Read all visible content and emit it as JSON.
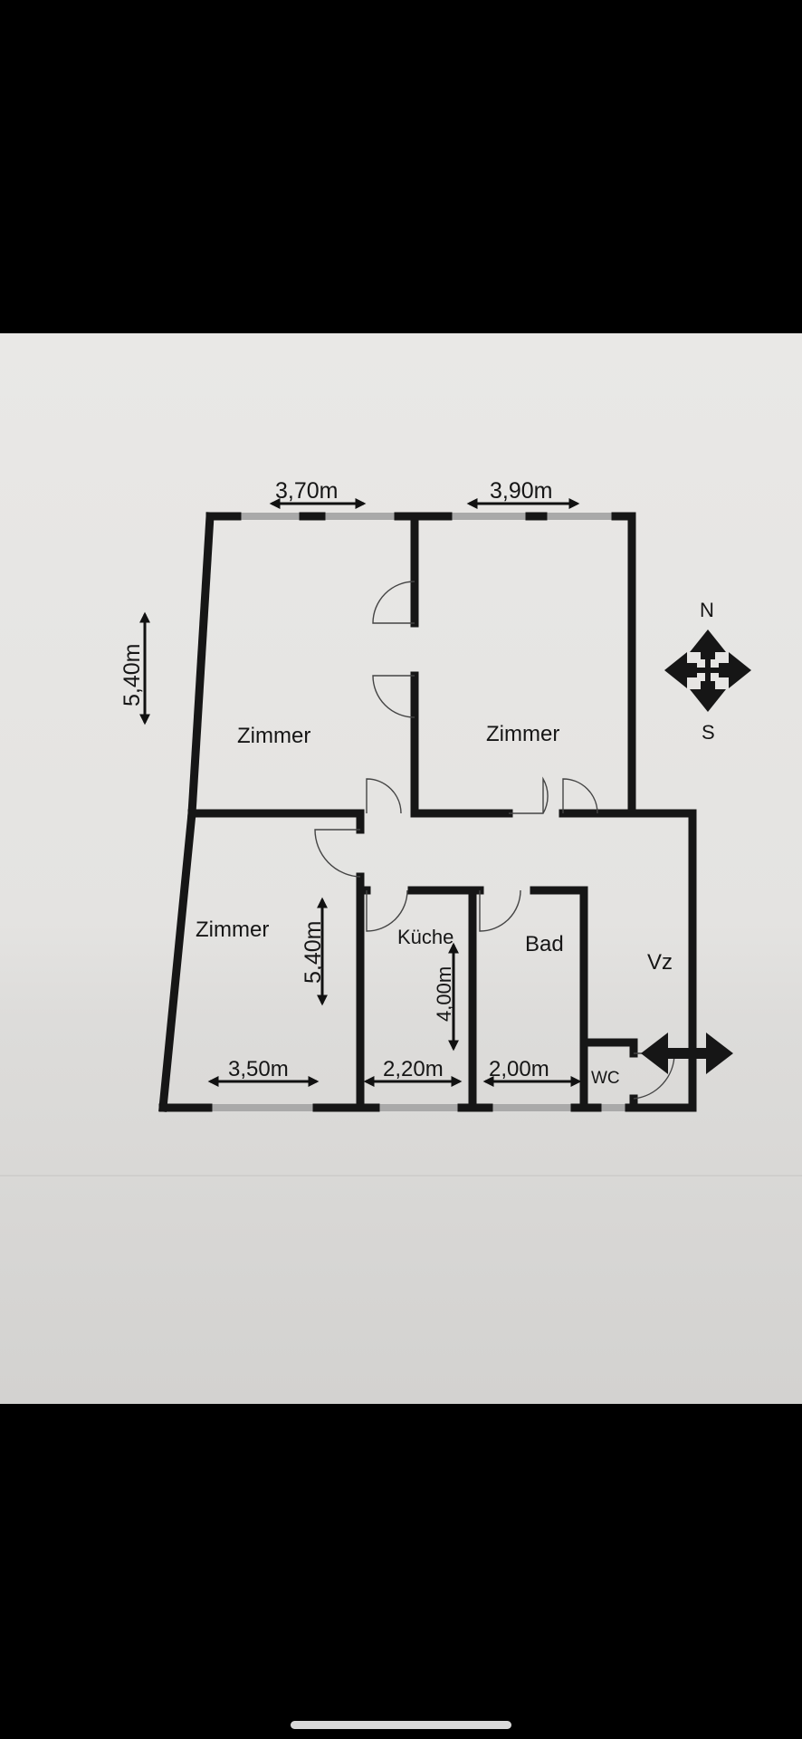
{
  "plan": {
    "rooms": {
      "zimmer_top_left": "Zimmer",
      "zimmer_top_right": "Zimmer",
      "zimmer_bottom_left": "Zimmer",
      "kueche": "Küche",
      "bad": "Bad",
      "vz": "Vz",
      "wc": "WC"
    },
    "dimensions": {
      "top_left_width": "3,70m",
      "top_right_width": "3,90m",
      "left_height": "5,40m",
      "bottom_left_height": "5,40m",
      "bottom_left_width": "3,50m",
      "kueche_width": "2,20m",
      "kueche_height": "4,00m",
      "bad_width": "2,00m"
    },
    "compass": {
      "north": "N",
      "south": "S"
    }
  }
}
